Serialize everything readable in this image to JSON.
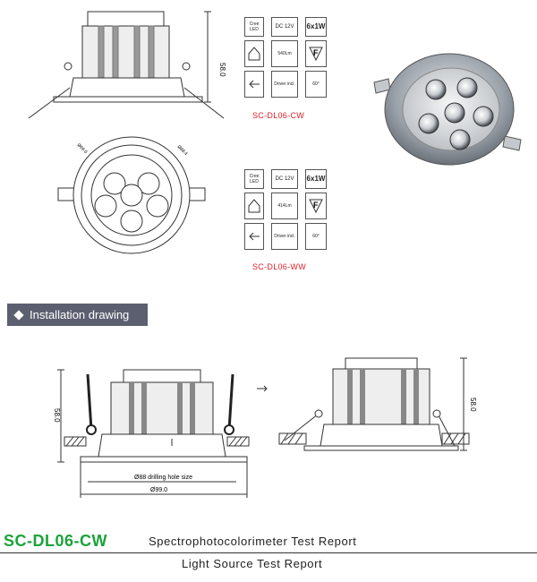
{
  "top_grid": {
    "row1": [
      "Cree LED",
      "DC 12V",
      "6x1W"
    ],
    "lumen": "540Lm",
    "driver": "Driver incl.",
    "angle": "60°",
    "model": "SC-DL06-CW"
  },
  "bottom_grid": {
    "row1": [
      "Cree LED",
      "DC 12V",
      "6x1W"
    ],
    "lumen": "414Lm",
    "driver": "Driver incl.",
    "angle": "60°",
    "model": "SC-DL06-WW"
  },
  "side_height": "58.0",
  "top_view_dims": [
    "Ø99.0",
    "Ø88.4"
  ],
  "banner_label": "Installation drawing",
  "install": {
    "height_left": "58.0",
    "height_right": "58.0",
    "hole_label": "Ø88 drilling hole size",
    "outer_label": "Ø99.0"
  },
  "footer": {
    "model": "SC-DL06-CW",
    "report1": "Spectrophotocolorimeter Test Report",
    "report2": "Light Source Test Report"
  }
}
